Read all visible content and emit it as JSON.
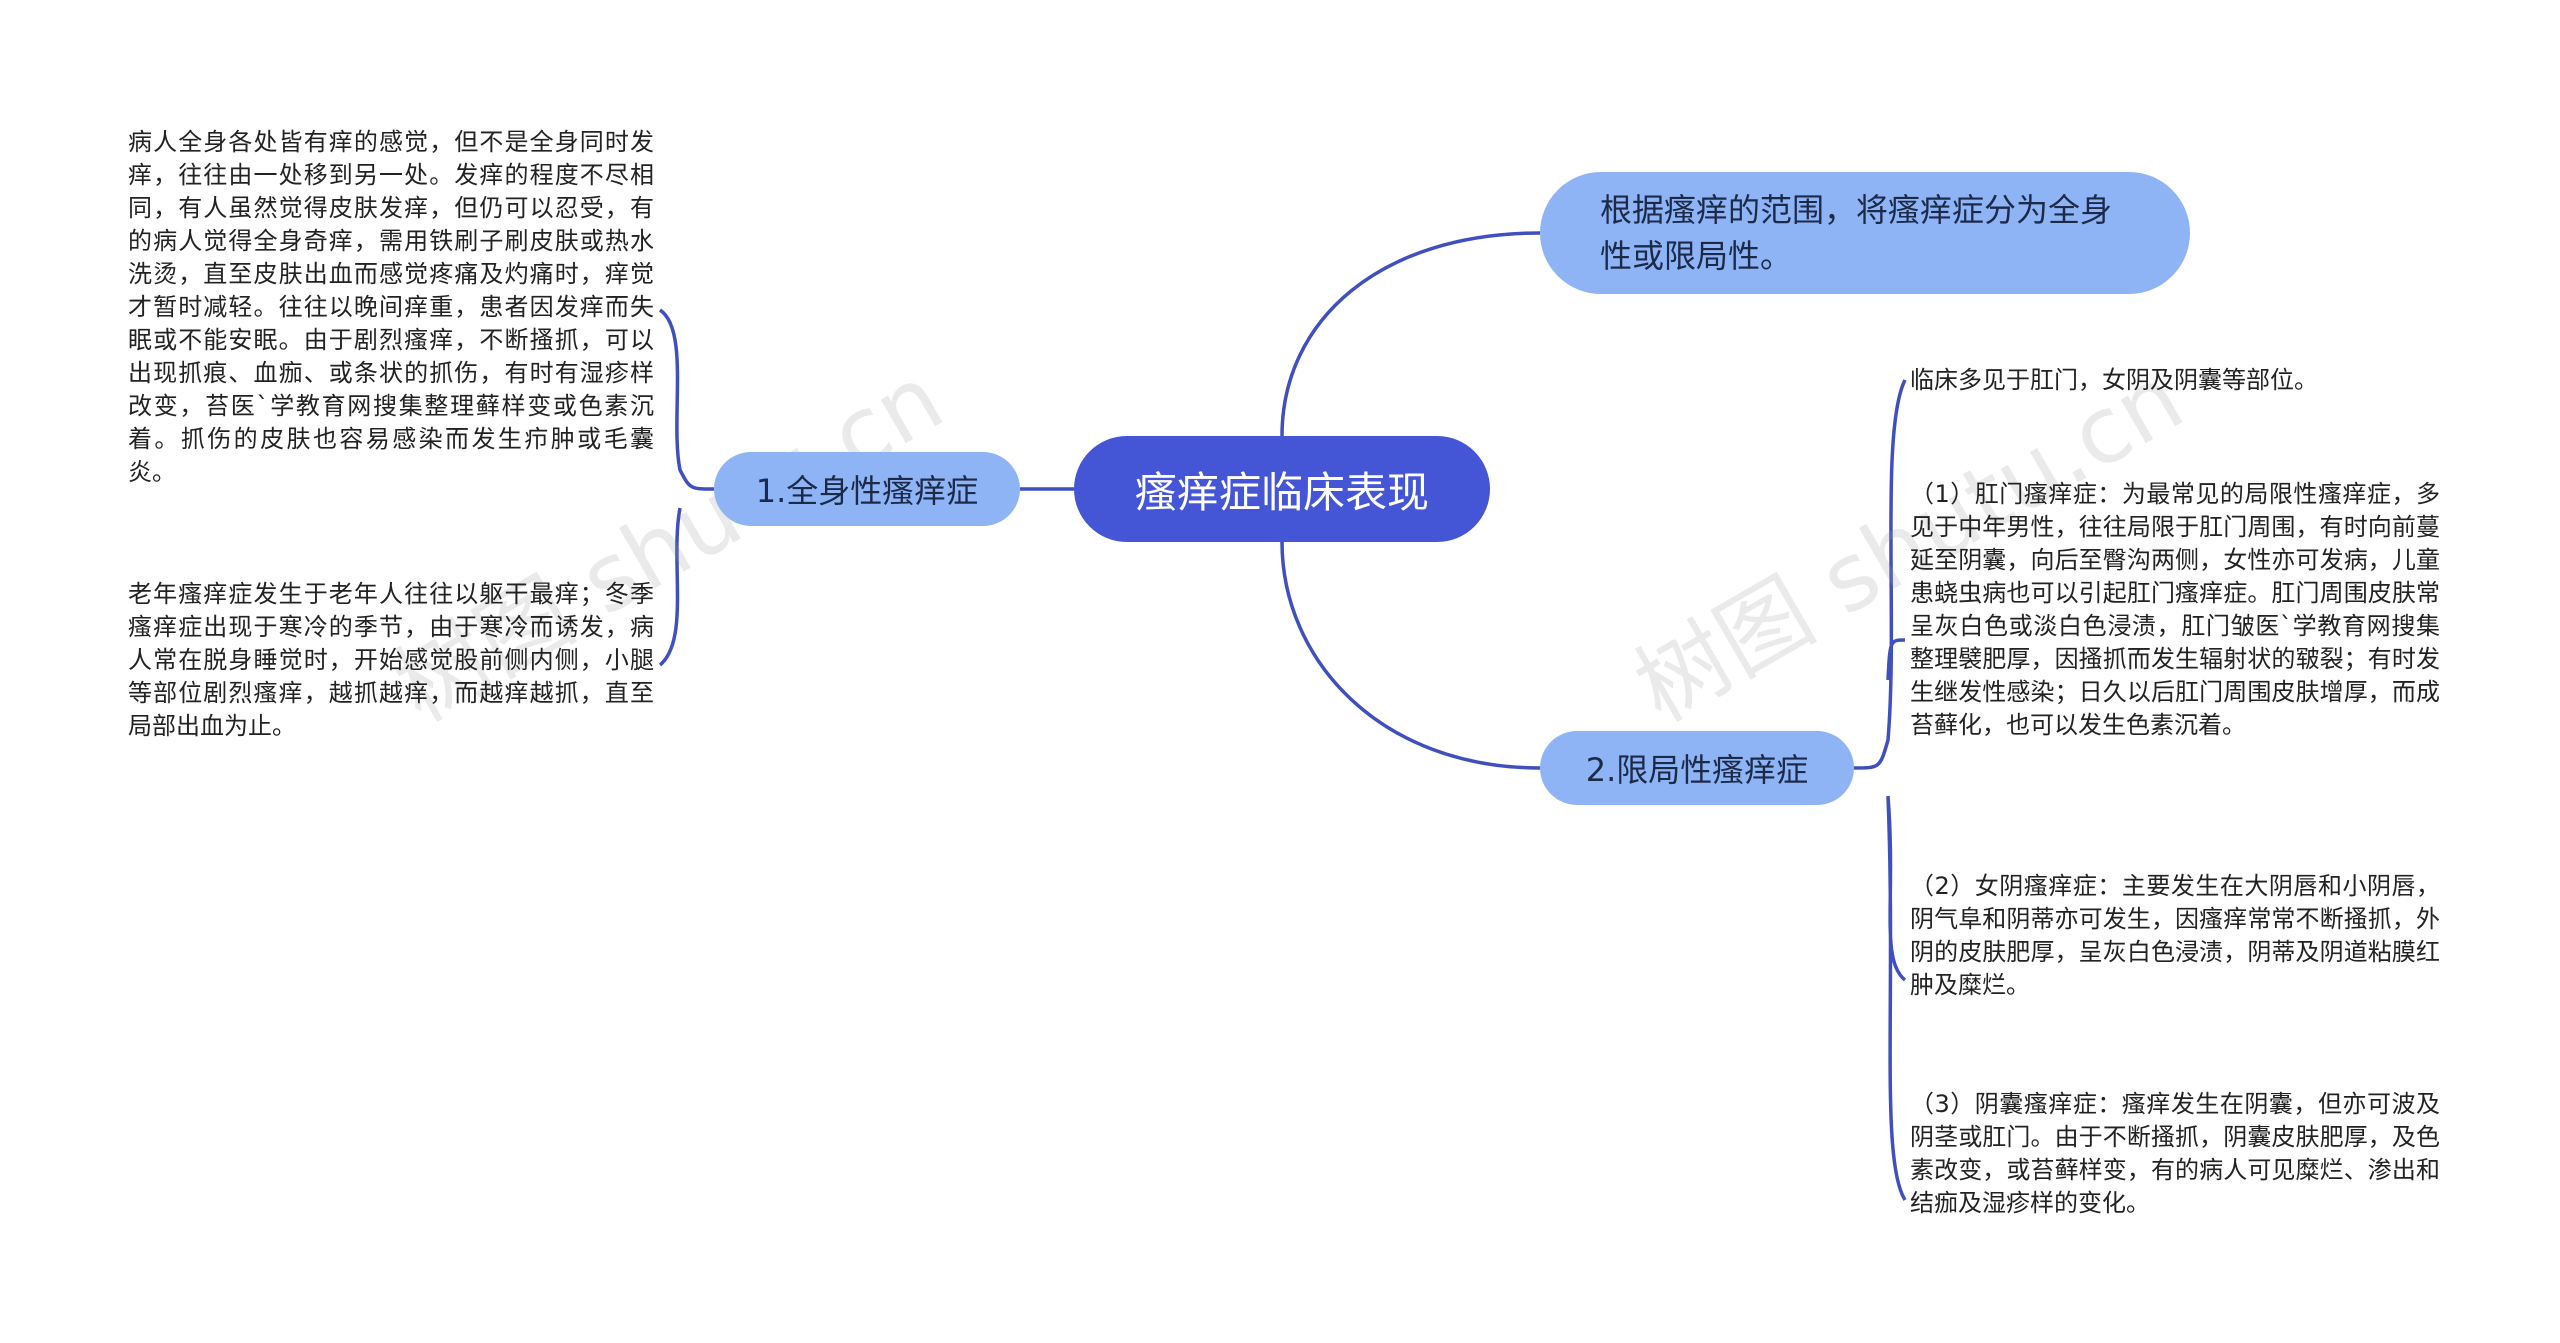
{
  "root": {
    "label": "瘙痒症临床表现"
  },
  "branches": [
    {
      "label": "1.全身性瘙痒症"
    },
    {
      "label": "2.限局性瘙痒症"
    },
    {
      "label": "根据瘙痒的范围，将瘙痒症分为全身性或限局性。"
    }
  ],
  "leaves_left": [
    "病人全身各处皆有痒的感觉，但不是全身同时发痒，往往由一处移到另一处。发痒的程度不尽相同，有人虽然觉得皮肤发痒，但仍可以忍受，有的病人觉得全身奇痒，需用铁刷子刷皮肤或热水洗烫，直至皮肤出血而感觉疼痛及灼痛时，痒觉才暂时减轻。往往以晚间痒重，患者因发痒而失眠或不能安眠。由于剧烈瘙痒，不断搔抓，可以出现抓痕、血痂、或条状的抓伤，有时有湿疹样改变，苔医`学教育网搜集整理藓样变或色素沉着。抓伤的皮肤也容易感染而发生疖肿或毛囊炎。",
    "老年瘙痒症发生于老年人往往以躯干最痒；冬季瘙痒症出现于寒冷的季节，由于寒冷而诱发，病人常在脱身睡觉时，开始感觉股前侧内侧，小腿等部位剧烈瘙痒，越抓越痒，而越痒越抓，直至局部出血为止。"
  ],
  "leaves_right": [
    "临床多见于肛门，女阴及阴囊等部位。",
    "（1）肛门瘙痒症：为最常见的局限性瘙痒症，多见于中年男性，往往局限于肛门周围，有时向前蔓延至阴囊，向后至臀沟两侧，女性亦可发病，儿童患蛲虫病也可以引起肛门瘙痒症。肛门周围皮肤常呈灰白色或淡白色浸渍，肛门皱医`学教育网搜集整理襞肥厚，因搔抓而发生辐射状的皲裂；有时发生继发性感染；日久以后肛门周围皮肤增厚，而成苔藓化，也可以发生色素沉着。",
    "（2）女阴瘙痒症：主要发生在大阴唇和小阴唇，阴气阜和阴蒂亦可发生，因瘙痒常常不断搔抓，外阴的皮肤肥厚，呈灰白色浸渍，阴蒂及阴道粘膜红肿及糜烂。",
    "（3）阴囊瘙痒症：瘙痒发生在阴囊，但亦可波及阴茎或肛门。由于不断搔抓，阴囊皮肤肥厚，及色素改变，或苔藓样变，有的病人可见糜烂、渗出和结痂及湿疹样的变化。"
  ],
  "watermark": "树图 shutu.cn",
  "colors": {
    "root": "#4455d6",
    "branch": "#8fb4f5",
    "line": "#3f4fbf"
  }
}
